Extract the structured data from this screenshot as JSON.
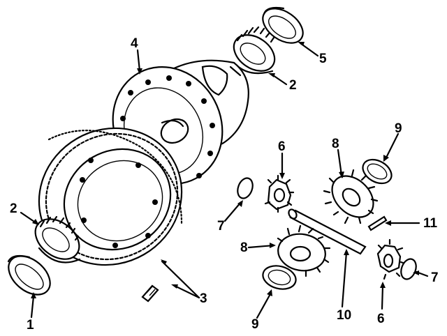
{
  "diagram": {
    "ink_color": "#000000",
    "background": "#ffffff",
    "callouts": {
      "c1": "1",
      "c2a": "2",
      "c2b": "2",
      "c3": "3",
      "c4": "4",
      "c5": "5",
      "c6a": "6",
      "c6b": "6",
      "c7a": "7",
      "c7b": "7",
      "c8a": "8",
      "c8b": "8",
      "c9a": "9",
      "c9b": "9",
      "c10": "10",
      "c11": "11"
    }
  }
}
